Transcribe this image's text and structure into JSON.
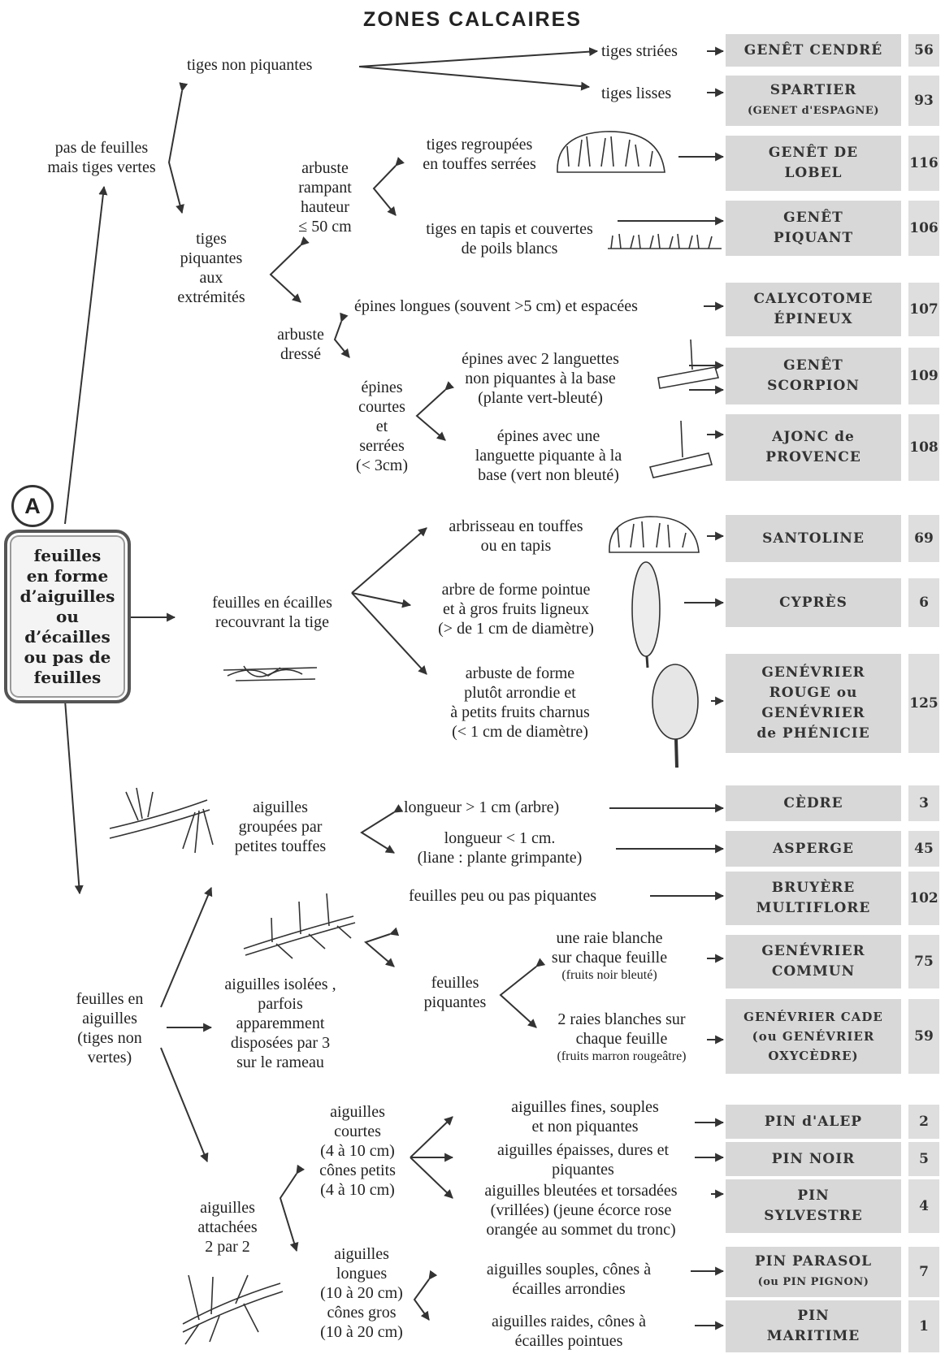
{
  "title": "ZONES  CALCAIRES",
  "root": {
    "letter": "A",
    "lines": [
      "feuilles",
      "en forme",
      "d’aiguilles",
      "ou",
      "d’écailles",
      "ou pas de",
      "feuilles"
    ]
  },
  "branches": {
    "pas_feuilles": [
      "pas de feuilles",
      "mais tiges vertes"
    ],
    "tiges_non_piquantes": "tiges non piquantes",
    "tiges_striees": "tiges striées",
    "tiges_lisses": "tiges lisses",
    "tiges_piquantes": [
      "tiges",
      "piquantes",
      "aux",
      "extrémités"
    ],
    "arbuste_rampant": [
      "arbuste",
      "rampant",
      "hauteur",
      "≤ 50 cm"
    ],
    "tiges_regroupees": [
      "tiges regroupées",
      "en touffes serrées"
    ],
    "tiges_tapis": [
      "tiges en tapis et couvertes",
      "de poils blancs"
    ],
    "arbuste_dresse": [
      "arbuste",
      "dressé"
    ],
    "epines_longues": "épines longues (souvent >5 cm) et espacées",
    "epines_courtes": [
      "épines",
      "courtes",
      "et",
      "serrées",
      "(< 3cm)"
    ],
    "epines_2_languettes": [
      "épines avec 2 languettes",
      "non piquantes à la base",
      "(plante vert-bleuté)"
    ],
    "epines_une_languette": [
      "épines avec une",
      "languette piquante à la",
      "base (vert non bleuté)"
    ],
    "feuilles_ecailles": [
      "feuilles en écailles",
      "recouvrant la tige"
    ],
    "arbrisseau": [
      "arbrisseau en touffes",
      "ou en tapis"
    ],
    "arbre_pointu": [
      "arbre de forme pointue",
      "et à gros fruits ligneux",
      "(> de 1 cm de diamètre)"
    ],
    "arbuste_arrondi": [
      "arbuste de forme",
      "plutôt arrondie et",
      "à petits fruits charnus",
      "(< 1 cm de diamètre)"
    ],
    "feuilles_aiguilles": [
      "feuilles en",
      "aiguilles",
      "(tiges non",
      "vertes)"
    ],
    "aiguilles_groupees": [
      "aiguilles",
      "groupées par",
      "petites touffes"
    ],
    "longueur_sup": "longueur > 1 cm (arbre)",
    "longueur_inf": [
      "longueur < 1 cm.",
      "(liane : plante grimpante)"
    ],
    "aiguilles_isolees": [
      "aiguilles isolées ,",
      "parfois",
      "apparemment",
      "disposées par 3",
      "sur le rameau"
    ],
    "peu_piquantes": "feuilles peu ou pas piquantes",
    "feuilles_piquantes": [
      "feuilles",
      "piquantes"
    ],
    "une_raie": [
      "une raie blanche",
      "sur chaque feuille"
    ],
    "une_raie_fruits": "(fruits noir bleuté)",
    "deux_raies": [
      "2 raies blanches sur",
      "chaque feuille"
    ],
    "deux_raies_fruits": "(fruits marron rougeâtre)",
    "attachees": [
      "aiguilles",
      "attachées",
      "2 par 2"
    ],
    "courtes": [
      "aiguilles",
      "courtes",
      "(4 à 10 cm)",
      "cônes petits",
      "(4 à 10 cm)"
    ],
    "fines": [
      "aiguilles fines, souples",
      "et non piquantes"
    ],
    "epaisses": [
      "aiguilles épaisses, dures et",
      "piquantes"
    ],
    "bleutees": [
      "aiguilles bleutées et torsadées",
      "(vrillées) (jeune écorce rose",
      "orangée au sommet du tronc)"
    ],
    "longues": [
      "aiguilles",
      "longues",
      "(10 à 20 cm)",
      "cônes gros",
      "(10 à 20 cm)"
    ],
    "souples": [
      "aiguilles souples, cônes à",
      "écailles arrondies"
    ],
    "raides": [
      "aiguilles raides, cônes à",
      "écailles pointues"
    ]
  },
  "species": [
    {
      "lines": [
        "GENÊT CENDRÉ"
      ],
      "num": "56"
    },
    {
      "lines": [
        "SPARTIER"
      ],
      "sub": "(GENET d'ESPAGNE)",
      "num": "93"
    },
    {
      "lines": [
        "GENÊT DE",
        "LOBEL"
      ],
      "num": "116"
    },
    {
      "lines": [
        "GENÊT",
        "PIQUANT"
      ],
      "num": "106"
    },
    {
      "lines": [
        "CALYCOTOME",
        "ÉPINEUX"
      ],
      "num": "107"
    },
    {
      "lines": [
        "GENÊT",
        "SCORPION"
      ],
      "num": "109"
    },
    {
      "lines": [
        "AJONC de",
        "PROVENCE"
      ],
      "num": "108"
    },
    {
      "lines": [
        "SANTOLINE"
      ],
      "num": "69"
    },
    {
      "lines": [
        "CYPRÈS"
      ],
      "num": "6"
    },
    {
      "lines": [
        "GENÉVRIER",
        "ROUGE ou",
        "GENÉVRIER",
        "de PHÉNICIE"
      ],
      "num": "125"
    },
    {
      "lines": [
        "CÈDRE"
      ],
      "num": "3"
    },
    {
      "lines": [
        "ASPERGE"
      ],
      "num": "45"
    },
    {
      "lines": [
        "BRUYÈRE",
        "MULTIFLORE"
      ],
      "num": "102"
    },
    {
      "lines": [
        "GENÉVRIER",
        "COMMUN"
      ],
      "num": "75"
    },
    {
      "lines": [
        "GENÉVRIER  CADE",
        "(ou GENÉVRIER",
        "OXYCÈDRE)"
      ],
      "num": "59"
    },
    {
      "lines": [
        "PIN d'ALEP"
      ],
      "num": "2"
    },
    {
      "lines": [
        "PIN NOIR"
      ],
      "num": "5"
    },
    {
      "lines": [
        "PIN",
        "SYLVESTRE"
      ],
      "num": "4"
    },
    {
      "lines": [
        "PIN PARASOL"
      ],
      "sub": "(ou PIN PIGNON)",
      "num": "7"
    },
    {
      "lines": [
        "PIN",
        "MARITIME"
      ],
      "num": "1"
    }
  ]
}
